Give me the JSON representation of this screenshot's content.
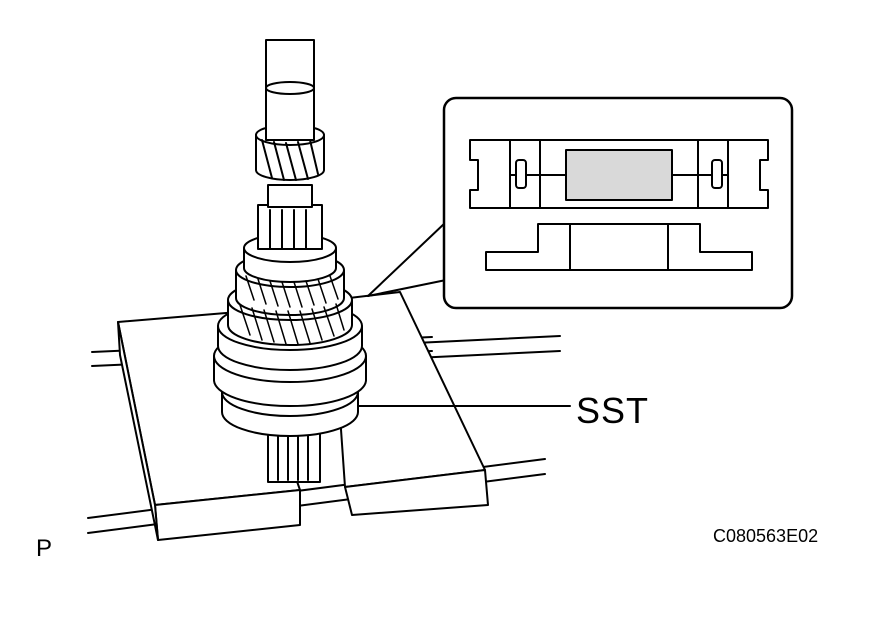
{
  "labels": {
    "tool_callout": "SST",
    "corner_mark": "P",
    "figure_code": "C080563E02"
  },
  "colors": {
    "ink": "#000000",
    "paper": "#ffffff",
    "shade": "#d9d9d9"
  },
  "icons": {
    "main_drawing": "gear-shaft-in-press-icon",
    "detail_inset": "bearing-cross-section-icon"
  }
}
